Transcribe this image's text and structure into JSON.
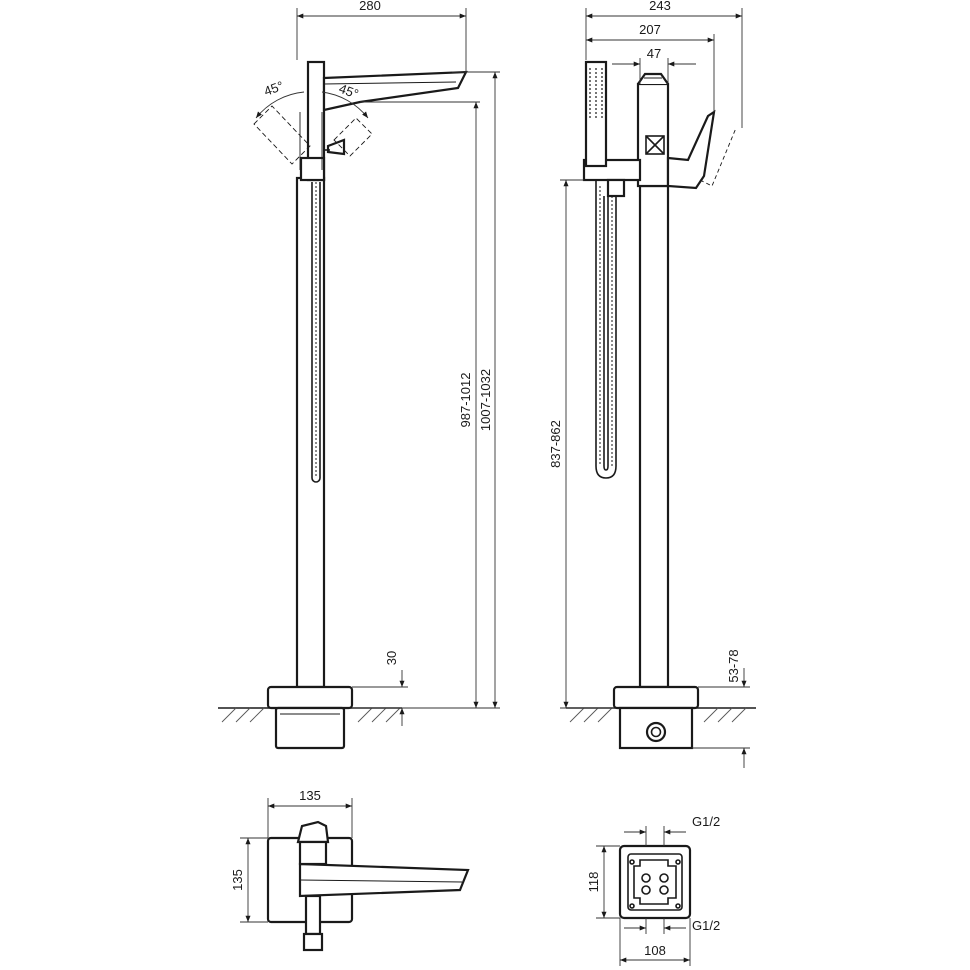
{
  "dimensions": {
    "front_width": "280",
    "front_height_inner": "987-1012",
    "front_height_outer": "1007-1032",
    "front_base": "30",
    "front_angle_left": "45°",
    "front_angle_right": "45°",
    "side_width_total": "243",
    "side_width_mid": "207",
    "side_width_small": "47",
    "side_height": "837-862",
    "side_base": "53-78",
    "top_width": "135",
    "top_depth": "135",
    "base_depth": "118",
    "base_width": "108",
    "thread_top": "G1/2",
    "thread_bottom": "G1/2"
  }
}
